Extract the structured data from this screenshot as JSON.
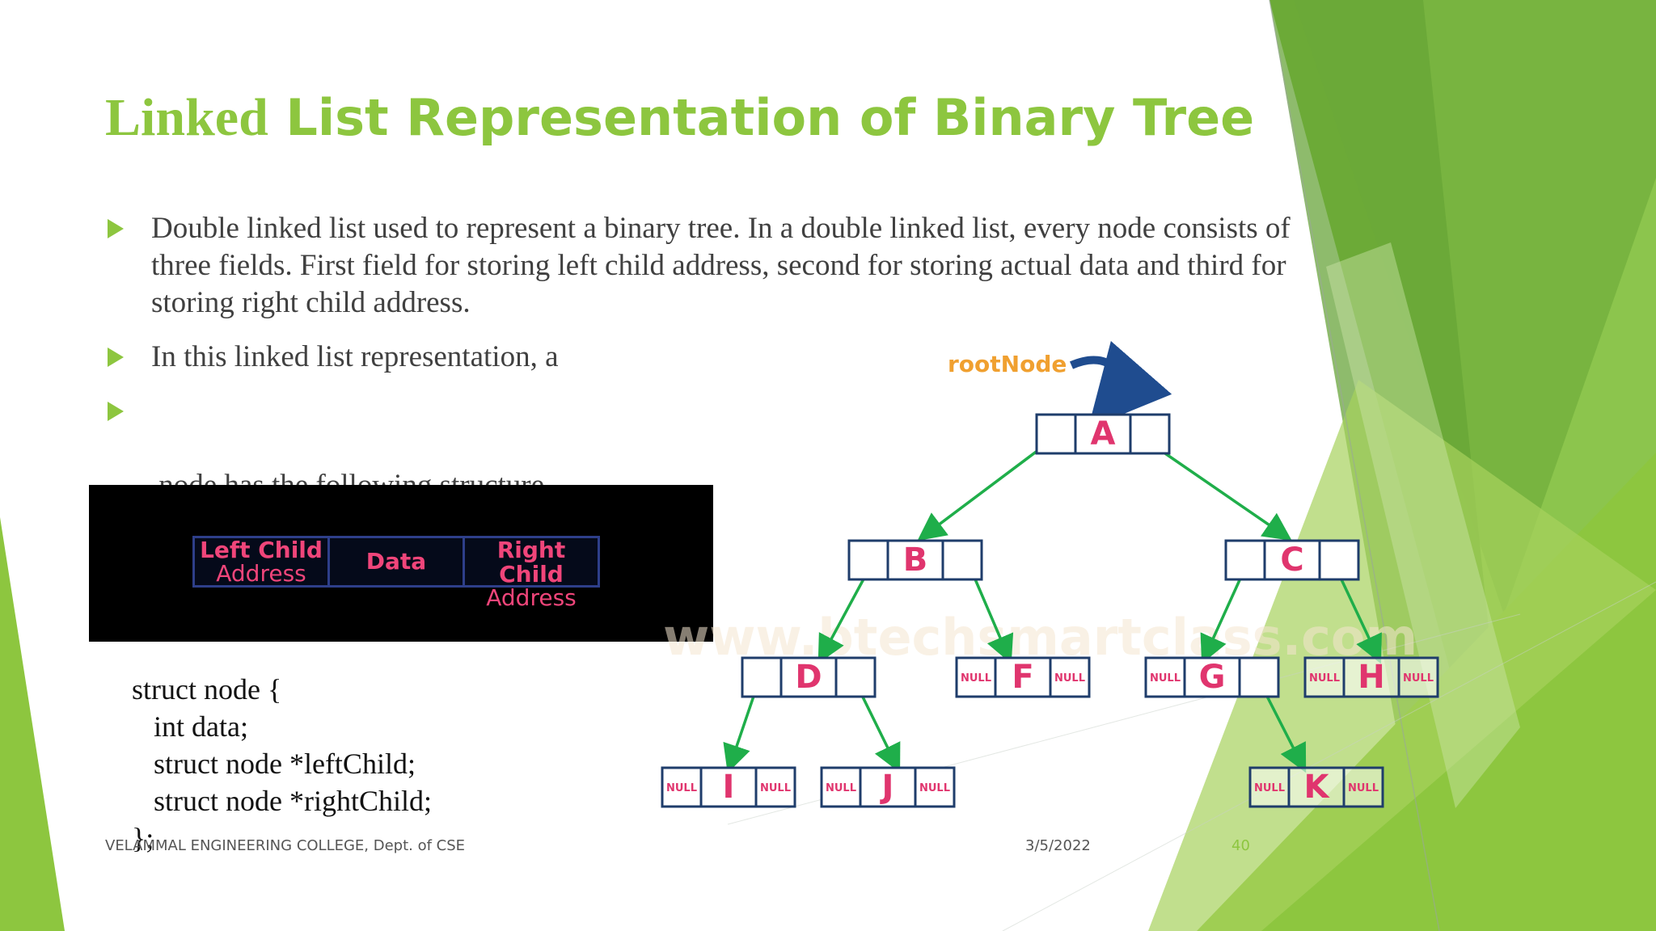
{
  "title": {
    "part1": "Linked",
    "part2": " List Representation of Binary Tree"
  },
  "bullets": [
    {
      "lines": [
        "Double linked list used to represent a binary tree. In a double linked list, every node consists of",
        "three fields. First field for storing left child address, second for storing actual data and third for",
        "storing right child address."
      ]
    },
    {
      "lines": [
        "In this linked list representation, a"
      ]
    },
    {
      "lines": [
        " node has the following structure..."
      ]
    }
  ],
  "node_structure": {
    "left": {
      "line1": "Left Child",
      "line2": "Address"
    },
    "data": "Data",
    "right": {
      "line1": "Right Child",
      "line2": "Address"
    }
  },
  "code": {
    "line1": "struct node {",
    "line2": "   int data;",
    "line3": "   struct node *leftChild;",
    "line4": "   struct node *rightChild;",
    "line5": "};"
  },
  "tree": {
    "root_label": "rootNode",
    "null_text": "NULL",
    "watermark": "www.btechsmartclass.com",
    "nodes": [
      "A",
      "B",
      "C",
      "D",
      "F",
      "G",
      "H",
      "I",
      "J",
      "K"
    ]
  },
  "footer": {
    "college": "VELAMMAL ENGINEERING COLLEGE, Dept. of CSE",
    "date": "3/5/2022",
    "page": "40"
  },
  "colors": {
    "accent": "#8dc63f",
    "node_text": "#e0356e",
    "tree_arrow": "#1fae4a",
    "root_arrow": "#1f4c8f"
  }
}
